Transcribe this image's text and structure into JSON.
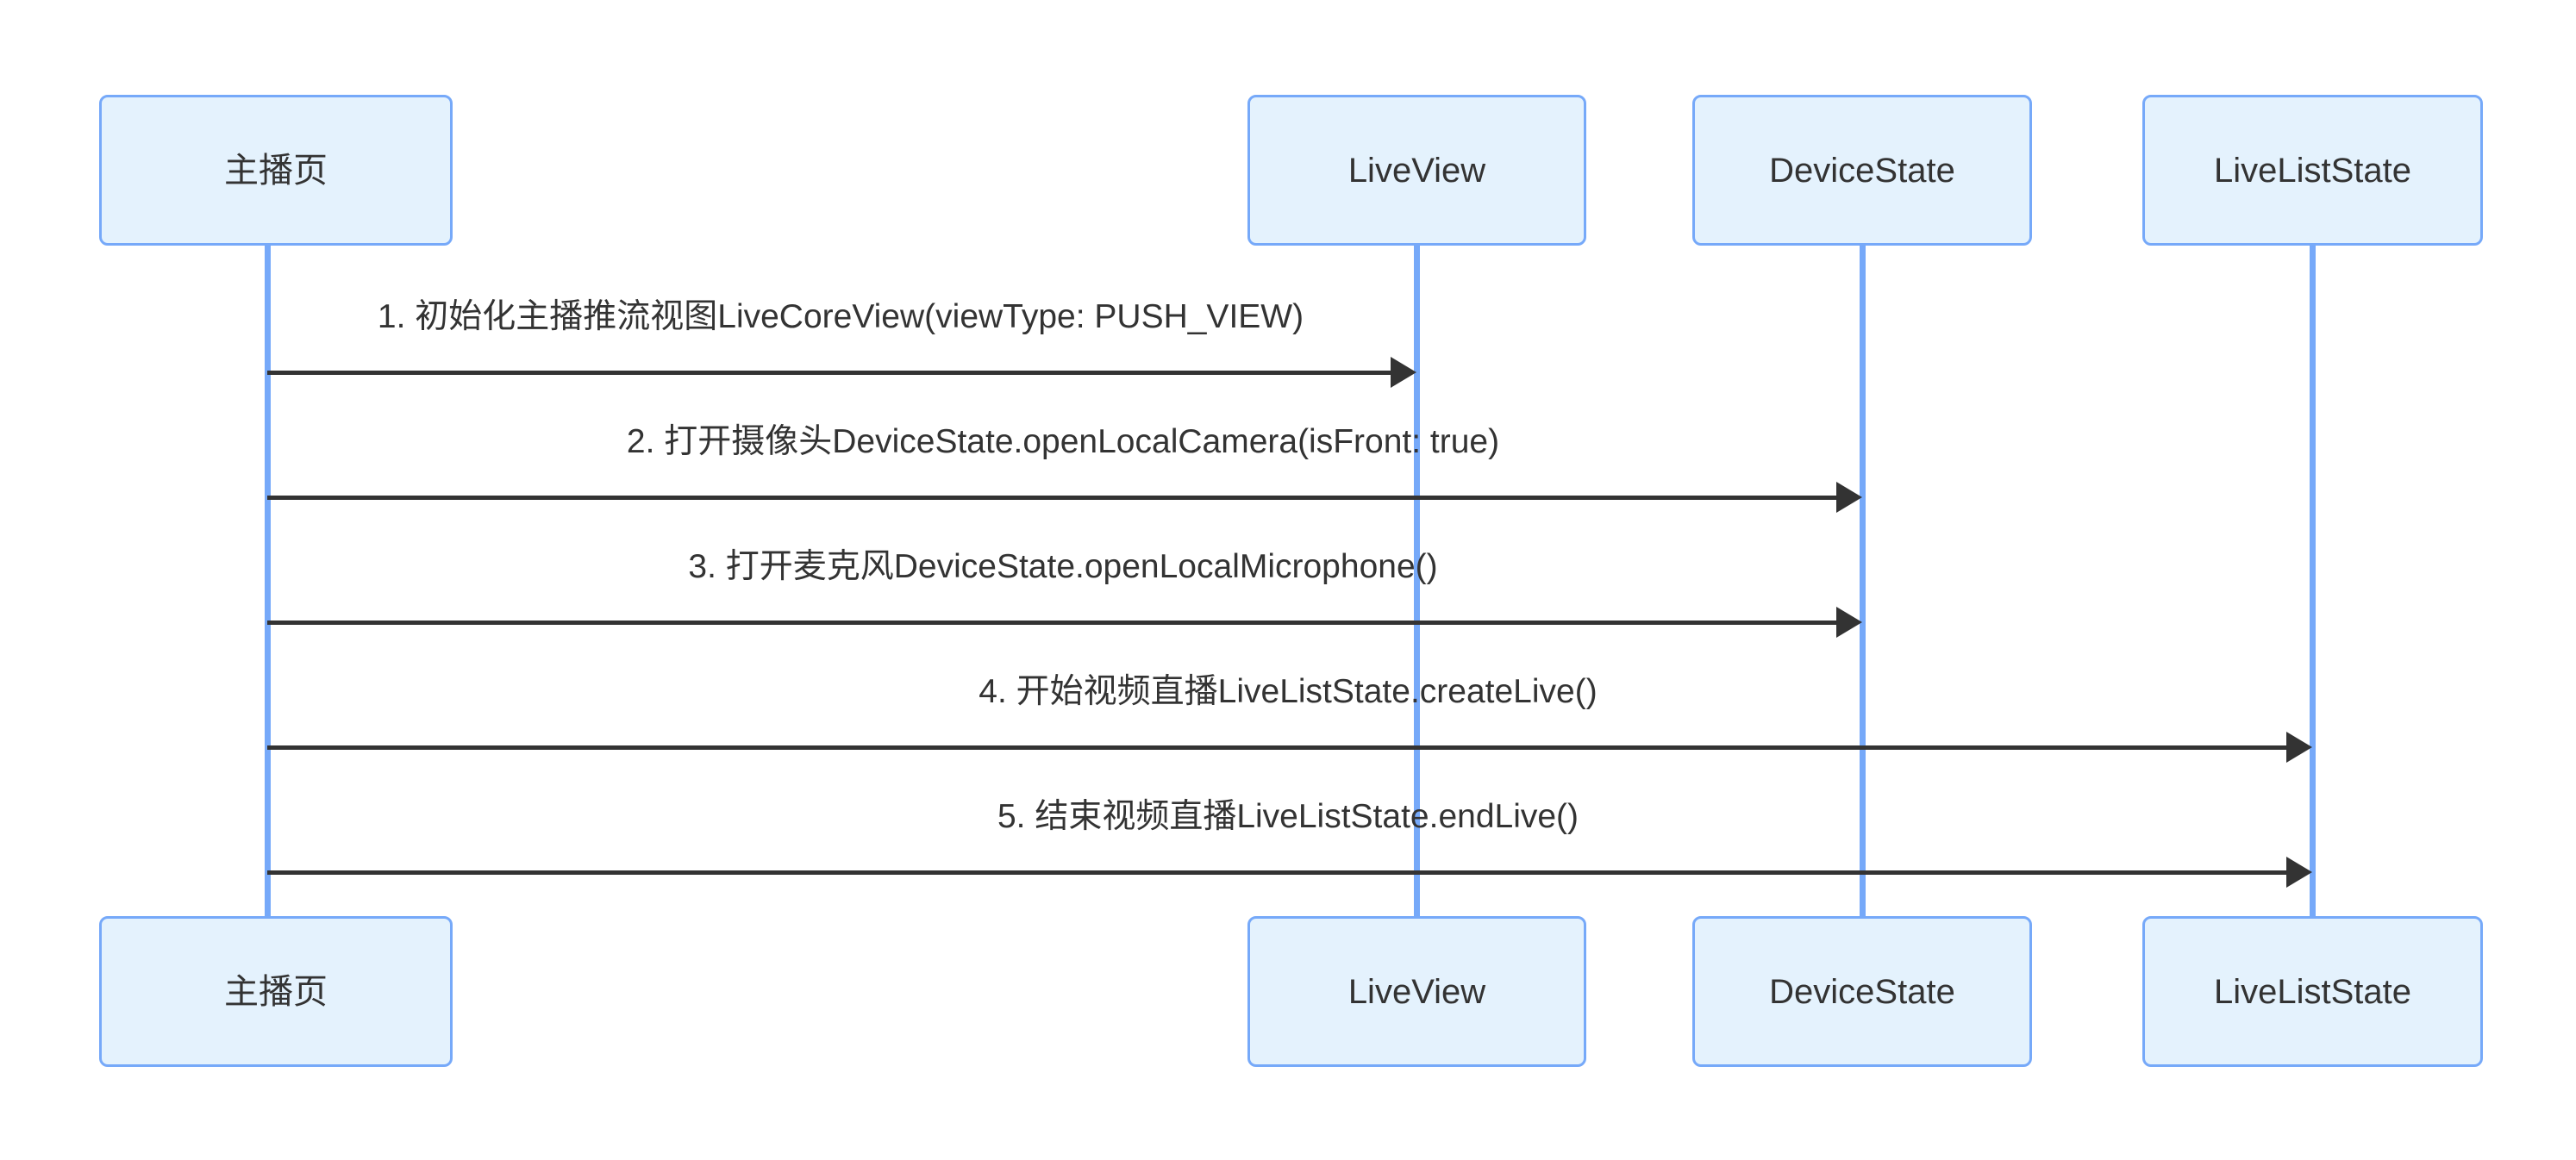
{
  "diagram": {
    "type": "sequence-diagram",
    "background_color": "#ffffff",
    "box_fill_color": "#e4f2fd",
    "box_border_color": "#76a9f9",
    "lifeline_color": "#76a9f9",
    "arrow_color": "#333333",
    "text_color": "#333333"
  },
  "participants": [
    {
      "id": "host-page",
      "label": "主播页"
    },
    {
      "id": "live-view",
      "label": "LiveView"
    },
    {
      "id": "device-state",
      "label": "DeviceState"
    },
    {
      "id": "live-list-state",
      "label": "LiveListState"
    }
  ],
  "participants_bottom": [
    {
      "id": "host-page",
      "label": "主播页"
    },
    {
      "id": "live-view",
      "label": "LiveView"
    },
    {
      "id": "device-state",
      "label": "DeviceState"
    },
    {
      "id": "live-list-state",
      "label": "LiveListState"
    }
  ],
  "messages": [
    {
      "number": "1",
      "label": "1. 初始化主播推流视图LiveCoreView(viewType: PUSH_VIEW)",
      "from": "主播页",
      "to": "LiveView"
    },
    {
      "number": "2",
      "label": "2. 打开摄像头DeviceState.openLocalCamera(isFront: true)",
      "from": "主播页",
      "to": "DeviceState"
    },
    {
      "number": "3",
      "label": "3. 打开麦克风DeviceState.openLocalMicrophone()",
      "from": "主播页",
      "to": "DeviceState"
    },
    {
      "number": "4",
      "label": "4. 开始视频直播LiveListState.createLive()",
      "from": "主播页",
      "to": "LiveListState"
    },
    {
      "number": "5",
      "label": "5. 结束视频直播LiveListState.endLive()",
      "from": "主播页",
      "to": "LiveListState"
    }
  ]
}
